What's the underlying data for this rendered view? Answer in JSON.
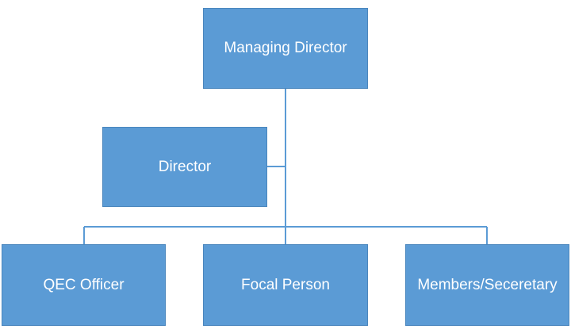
{
  "colors": {
    "node_fill": "#5b9bd5",
    "node_border": "#4a86bd",
    "connector": "#5b9bd5",
    "text": "#ffffff"
  },
  "org_chart": {
    "root": {
      "label": "Managing Director"
    },
    "assistant": {
      "label": "Director"
    },
    "subordinates": [
      {
        "label": "QEC Officer"
      },
      {
        "label": "Focal Person"
      },
      {
        "label": "Members/Seceretary"
      }
    ]
  }
}
